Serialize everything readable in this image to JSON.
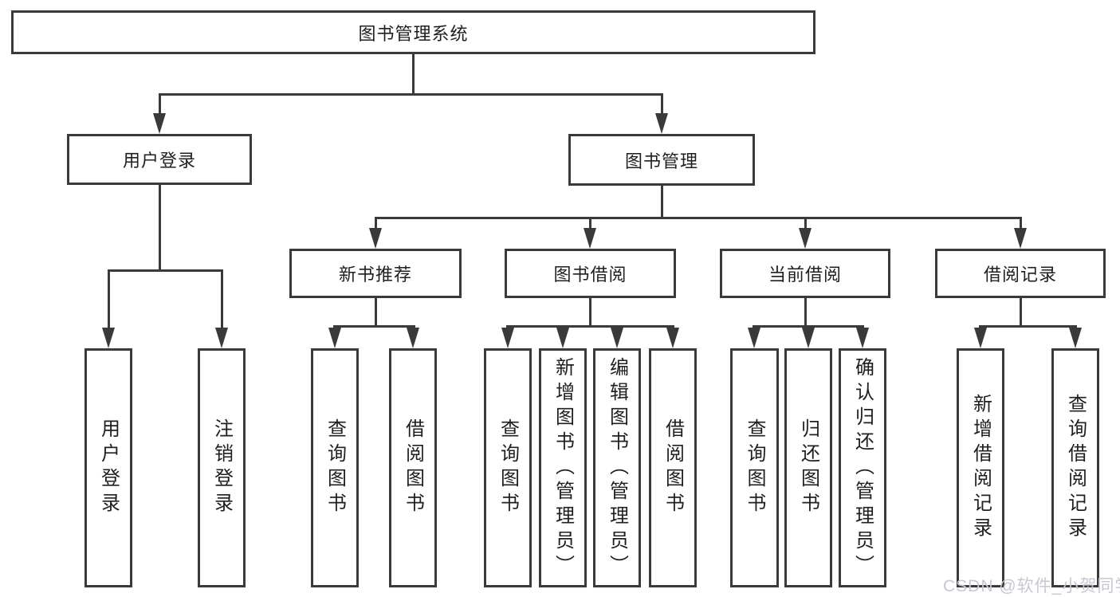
{
  "root": {
    "label": "图书管理系统"
  },
  "level2": [
    {
      "label": "用户登录"
    },
    {
      "label": "图书管理"
    }
  ],
  "level3": [
    {
      "label": "新书推荐"
    },
    {
      "label": "图书借阅"
    },
    {
      "label": "当前借阅"
    },
    {
      "label": "借阅记录"
    }
  ],
  "leaves": {
    "user_login": [
      {
        "label": "用户登录"
      },
      {
        "label": "注销登录"
      }
    ],
    "new_book_recommendation": [
      {
        "label": "查询图书"
      },
      {
        "label": "借阅图书"
      }
    ],
    "book_borrowing": [
      {
        "label": "查询图书"
      },
      {
        "label": "新增图书（管理员）"
      },
      {
        "label": "编辑图书（管理员）"
      },
      {
        "label": "借阅图书"
      }
    ],
    "current_borrowing": [
      {
        "label": "查询图书"
      },
      {
        "label": "归还图书"
      },
      {
        "label": "确认归还（管理员）"
      }
    ],
    "borrowing_records": [
      {
        "label": "新增借阅记录"
      },
      {
        "label": "查询借阅记录"
      }
    ]
  },
  "watermark": {
    "text": "CSDN @软件_小贺同学"
  },
  "colors": {
    "line": "#3a3a3a",
    "text": "#1f1f1f",
    "background": "#ffffff",
    "watermark": "#c8c8d2"
  }
}
